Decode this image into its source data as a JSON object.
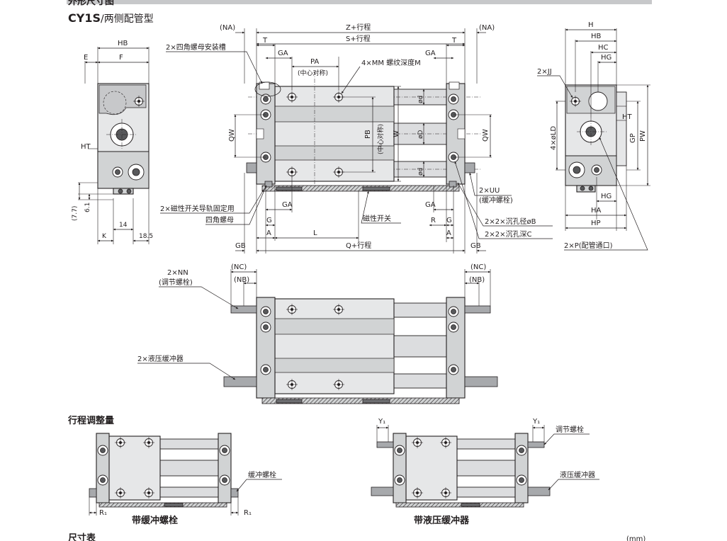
{
  "header": {
    "section_title": "外形尺寸图",
    "model": "CY1S",
    "model_suffix": "/两侧配管型",
    "unit_note": "(mm)"
  },
  "front_view": {
    "na_left": "(NA)",
    "na_right": "(NA)",
    "z_stroke": "Z+行程",
    "s_stroke": "S+行程",
    "t_left": "T",
    "t_right": "T",
    "ga_left": "GA",
    "ga_right": "GA",
    "pa": "PA",
    "pa_note": "(中心对称)",
    "mm_note": "4×MM 螺纹深度M",
    "nut_slot": "2×四角螺母安装槽",
    "qw_left": "QW",
    "qw_right": "QW",
    "pb": "PB",
    "pb_note": "(中心对称)",
    "w": "W",
    "od_top": "ød",
    "od_mid": "øD",
    "od_bottom": "ød",
    "uu": "2×UU",
    "uu_note": "(缓冲螺栓)",
    "switch_rail": "2×磁性开关导轨固定用",
    "square_nut": "四角螺母",
    "magnetic_switch": "磁性开关",
    "g_left": "G",
    "ga_bottom_left": "GA",
    "ga_bottom_right": "GA",
    "r": "R",
    "g_right": "G",
    "a_left": "A",
    "l": "L",
    "a_right": "A",
    "gb_left": "GB",
    "q_stroke": "Q+行程",
    "gb_right": "GB",
    "counterbore_b": "2×2×沉孔径øB",
    "counterbore_c": "2×2×沉孔深C"
  },
  "left_view": {
    "hb": "HB",
    "e": "E",
    "f": "F",
    "ht": "HT",
    "dim_77": "(7.7)",
    "dim_61": "6.1",
    "dim_14": "14",
    "k": "K",
    "dim_185": "18.5"
  },
  "right_view": {
    "h": "H",
    "hb": "HB",
    "hc": "HC",
    "hg_top": "HG",
    "jj": "2×JJ",
    "ht": "HT",
    "ld": "4×øLD",
    "gp": "GP",
    "pw": "PW",
    "hg_bottom": "HG",
    "ha": "HA",
    "hp": "HP",
    "port": "2×P(配管通口)"
  },
  "shock_view": {
    "nn": "2×NN",
    "nn_note": "(调节螺栓)",
    "nc_left": "(NC)",
    "nb_left": "(NB)",
    "nc_right": "(NC)",
    "nb_right": "(NB)",
    "absorber": "2×液压缓冲器"
  },
  "stroke_adjust": {
    "title": "行程调整量",
    "cushion_bolt": "缓冲螺栓",
    "r1_left": "R₁",
    "r1_right": "R₁",
    "with_bolt": "带缓冲螺栓",
    "y1_left": "Y₁",
    "y1_right": "Y₁",
    "adjust_bolt": "调节螺栓",
    "shock_absorber": "液压缓冲器",
    "with_absorber": "带液压缓冲器"
  },
  "footer": {
    "table_title": "尺寸表"
  }
}
